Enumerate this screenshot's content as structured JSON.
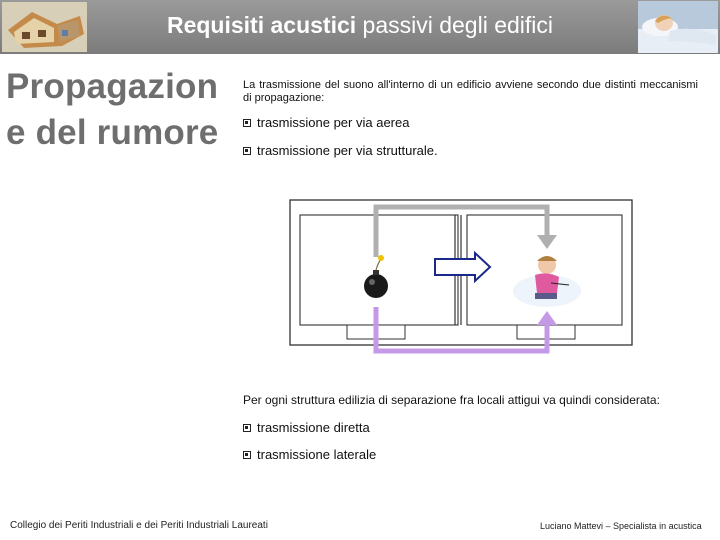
{
  "header": {
    "title_bold": "Requisiti acustici",
    "title_rest": "passivi degli edifici"
  },
  "side_title": {
    "line1": "Propagazion",
    "line2": "e del rumore"
  },
  "intro_text": "La trasmissione del suono all'interno di un edificio avviene secondo due distinti meccanismi di propagazione:",
  "mechanisms": [
    "trasmissione per via aerea",
    "trasmissione per via strutturale."
  ],
  "outro_text": "Per ogni struttura edilizia di separazione fra locali attigui va quindi considerata:",
  "transmission_types": [
    "trasmissione diretta",
    "trasmissione laterale"
  ],
  "footer": {
    "left": "Collegio dei Periti Industriali e dei Periti Industriali Laureati",
    "right": "Luciano Mattevi – Specialista in acustica"
  },
  "colors": {
    "header_bg": "#8a8a8a",
    "airborne_path": "#b0b0b0",
    "structural_path": "#c49ae8",
    "arrow_outline": "#1a2a8a"
  },
  "icons": [
    "house-thumbnail",
    "sleeping-person-thumbnail",
    "bomb-icon",
    "seated-person-icon"
  ]
}
